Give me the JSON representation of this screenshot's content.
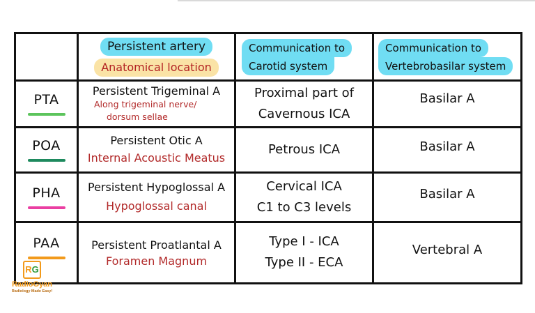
{
  "header": {
    "artery": "Persistent artery",
    "location": "Anatomical location",
    "carotid_1": "Communication to",
    "carotid_2": "Carotid system",
    "vertebro_1": "Communication to",
    "vertebro_2": "Vertebrobasilar system"
  },
  "rows": [
    {
      "abbr": "PTA",
      "color": "#5cc45c",
      "name": "Persistent Trigeminal A",
      "location_1": "Along trigeminal nerve/",
      "location_2": "dorsum sellae",
      "carotid_1": "Proximal part of",
      "carotid_2": "Cavernous ICA",
      "vertebro": "Basilar A"
    },
    {
      "abbr": "POA",
      "color": "#1e8a5e",
      "name": "Persistent Otic A",
      "location": "Internal Acoustic Meatus",
      "carotid": "Petrous ICA",
      "vertebro": "Basilar A"
    },
    {
      "abbr": "PHA",
      "color": "#ea3fa2",
      "name": "Persistent Hypoglossal A",
      "location": "Hypoglossal canal",
      "carotid_1": "Cervical ICA",
      "carotid_2": "C1 to C3 levels",
      "vertebro": "Basilar A"
    },
    {
      "abbr": "PAA",
      "color": "#f29a1b",
      "name": "Persistent Proatlantal A",
      "location": "Foramen Magnum",
      "carotid_1": "Type I - ICA",
      "carotid_2": "Type II - ECA",
      "vertebro": "Vertebral A"
    }
  ],
  "logo": {
    "mark_r": "R",
    "mark_g": "G",
    "title": "RadioGyan",
    "tagline": "Radiology Made Easy!"
  },
  "colors": {
    "header_highlight": "#70ddf3",
    "location_highlight": "#fae3a6",
    "location_text": "#b22a2a",
    "logo_orange": "#f29a1b",
    "logo_green": "#2f9a3a"
  }
}
